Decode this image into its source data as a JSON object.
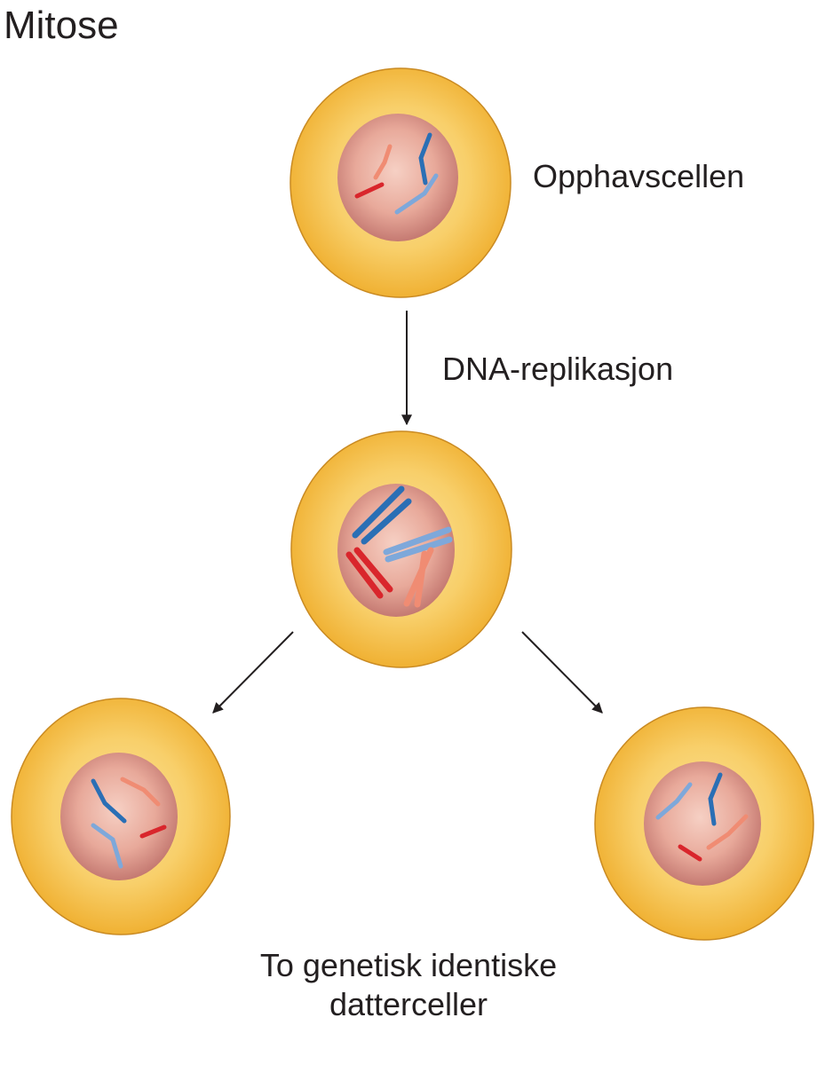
{
  "diagram": {
    "title": "Mitose",
    "parent_cell_label": "Opphavscellen",
    "process_label": "DNA-replikasjon",
    "daughter_cells_label": "To genetisk identiske datterceller"
  },
  "colors": {
    "cytoplasm_light": "#fce49a",
    "cytoplasm_dark": "#f0b133",
    "cell_outline": "#c98a22",
    "nucleus_light": "#f6d0c4",
    "nucleus_dark": "#c57a72",
    "chromosome_dark_blue": "#2a6fb5",
    "chromosome_light_blue": "#7ea8da",
    "chromosome_red": "#d9262c",
    "chromosome_salmon": "#f08c73",
    "arrow": "#231f20"
  }
}
